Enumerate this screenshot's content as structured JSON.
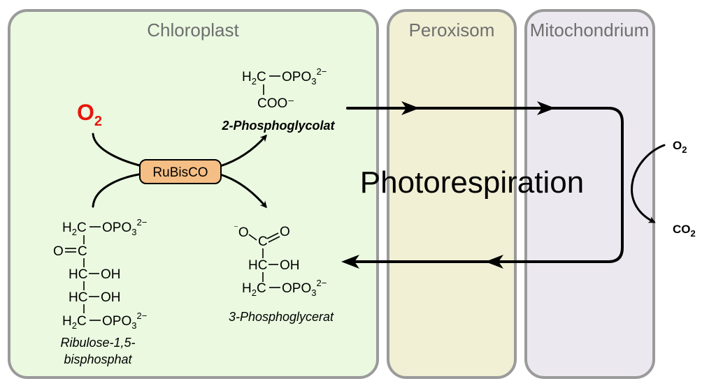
{
  "compartments": {
    "chloroplast": "Chloroplast",
    "peroxisome": "Peroxisom",
    "mitochondrion": "Mitochondrium"
  },
  "colors": {
    "chloroplast_fill": "#eaf9e0",
    "peroxisome_fill": "#f1efd4",
    "mitochondrion_fill": "#ece8f0",
    "border": "#9a9a9a",
    "o2_red": "#e8160c",
    "enzyme_fill": "#f5be84",
    "enzyme_border": "#000000"
  },
  "process_label": "Photorespiration",
  "enzyme": "RuBisCO",
  "left_o2": {
    "letter": "O",
    "sub": "2"
  },
  "right_gases": {
    "o2": {
      "letter": "O",
      "sub": "2"
    },
    "co2": {
      "letter": "CO",
      "sub": "2"
    }
  },
  "molecules": {
    "phosphoglycolate": {
      "row1": {
        "h2c": "H",
        "sub2": "2",
        "c": "C",
        "opo3": "OPO",
        "sub3": "3",
        "charge": "2−"
      },
      "row2": "COO⁻",
      "label": "2-Phosphoglycolat"
    },
    "phosphoglycerate": {
      "row1": {
        "charge": "⁻",
        "o": "O",
        "c": "C",
        "eq_o": "O"
      },
      "row2": {
        "hc": "HC",
        "oh": "OH"
      },
      "row3": {
        "h2c": "H",
        "sub2": "2",
        "c": "C",
        "opo3": "OPO",
        "sub3": "3",
        "charge": "2−"
      },
      "label": "3-Phosphoglycerat"
    },
    "rubp": {
      "row1": {
        "h2c": "H",
        "sub2": "2",
        "c": "C",
        "opo3": "OPO",
        "sub3": "3",
        "charge": "2−"
      },
      "row2": {
        "o": "O",
        "c": "C"
      },
      "row3": {
        "hc": "HC",
        "oh": "OH"
      },
      "row4": {
        "hc": "HC",
        "oh": "OH"
      },
      "row5": {
        "h2c": "H",
        "sub2": "2",
        "c": "C",
        "opo3": "OPO",
        "sub3": "3",
        "charge": "2−"
      },
      "label_line1": "Ribulose-1,5-",
      "label_line2": "bisphosphat"
    }
  }
}
